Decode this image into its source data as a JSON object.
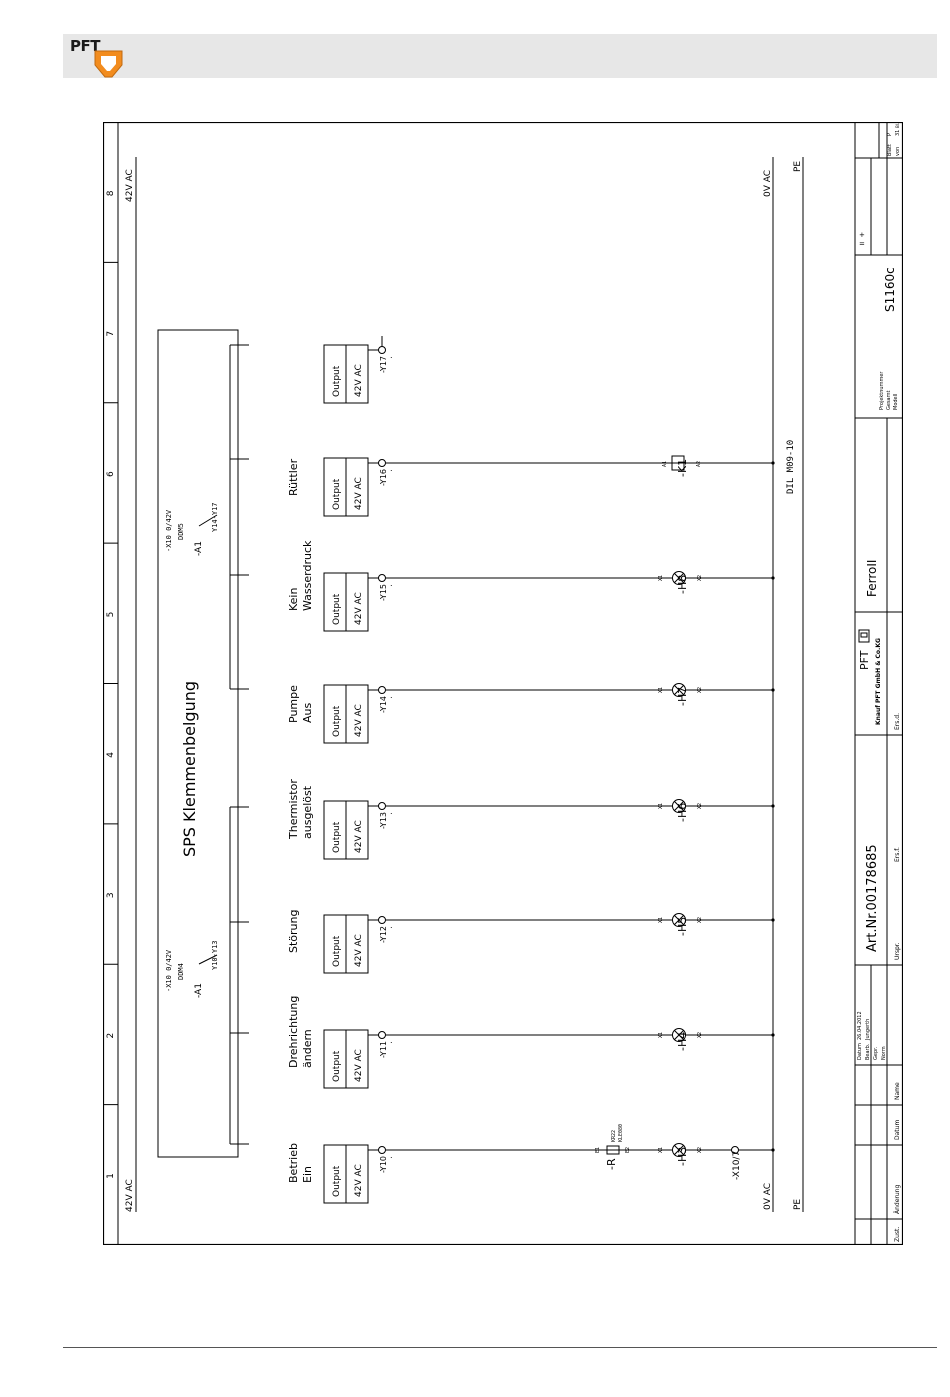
{
  "brand": {
    "logo_text": "PFT"
  },
  "frame": {
    "columns": [
      "1",
      "2",
      "3",
      "4",
      "5",
      "6",
      "7",
      "8"
    ]
  },
  "rails": {
    "top_left": "42V AC",
    "top_right": "42V AC",
    "zero_top": "0V AC",
    "pe_top": "PE",
    "zero_bottom": "0V AC",
    "pe_bottom": "PE"
  },
  "sps": {
    "title": "SPS Klemmenbelgung",
    "module_a": {
      "ref": "-A1",
      "spec": "-X10 0/42V",
      "sub": "DDM4",
      "range": "Y10-Y13"
    },
    "module_b": {
      "ref": "-A1",
      "spec": "-X10 0/42V",
      "sub": "DDM5",
      "range": "Y14-Y17"
    }
  },
  "outputs": [
    {
      "label1": "Betrieb",
      "label2": "Ein",
      "box1": "Output",
      "box2": "42V AC",
      "term": "-Y10",
      "lamp": "-H3",
      "x1": "X1",
      "x2": "X2"
    },
    {
      "label1": "Drehrichtung",
      "label2": "ändern",
      "box1": "Output",
      "box2": "42V AC",
      "term": "-Y11",
      "lamp": "-H4",
      "x1": "X1",
      "x2": "X2"
    },
    {
      "label1": "Störung",
      "label2": "",
      "box1": "Output",
      "box2": "42V AC",
      "term": "-Y12",
      "lamp": "-H5",
      "x1": "X1",
      "x2": "X2"
    },
    {
      "label1": "Thermistor",
      "label2": "ausgelöst",
      "box1": "Output",
      "box2": "42V AC",
      "term": "-Y13",
      "lamp": "-H6",
      "x1": "X1",
      "x2": "X2"
    },
    {
      "label1": "Pumpe",
      "label2": "Aus",
      "box1": "Output",
      "box2": "42V AC",
      "term": "-Y14",
      "lamp": "-H7",
      "x1": "X1",
      "x2": "X2"
    },
    {
      "label1": "Kein",
      "label2": "Wasserdruck",
      "box1": "Output",
      "box2": "42V AC",
      "term": "-Y15",
      "lamp": "-H8",
      "x1": "X1",
      "x2": "X2"
    },
    {
      "label1": "Rüttler",
      "label2": "",
      "box1": "Output",
      "box2": "42V AC",
      "term": "-Y16",
      "lamp": "-K1",
      "x1": "A1",
      "x2": "A2"
    },
    {
      "label1": "",
      "label2": "",
      "box1": "Output",
      "box2": "42V AC",
      "term": "-Y17",
      "lamp": "",
      "x1": "",
      "x2": ""
    }
  ],
  "resistor": {
    "ref": "-R",
    "e1": "E1",
    "e2": "E2",
    "spec1": "KR22",
    "spec2": "KLE080"
  },
  "terminal_x": "-X10/7",
  "contactor": {
    "type": "DIL M09-10"
  },
  "title_block": {
    "change_labels": [
      "Zust.",
      "Änderung",
      "Datum",
      "Name"
    ],
    "rows": [
      [
        "Datum",
        "26.04.2012"
      ],
      [
        "Bearb.",
        "Jungerth"
      ],
      [
        "Gepr.",
        ""
      ],
      [
        "Norm",
        ""
      ]
    ],
    "ursprung": "Urspr.",
    "ersatz_fuer": "Ers.f.",
    "ersatz_durch": "Ers.d.",
    "art_nr": "Art.Nr.00178685",
    "company_logo": "PFT",
    "company_name": "Knauf PFT GmbH & Co.KG",
    "project": "FerroII",
    "proj_labels": [
      "Projektnummer",
      "Gesamt",
      "Modell"
    ],
    "model": "S1160c",
    "sign_minus": "=",
    "sign_plus": "+",
    "blatt_label": "Blatt",
    "blatt": "P",
    "von_label": "von",
    "von": "31",
    "bl_label": "Bl."
  }
}
